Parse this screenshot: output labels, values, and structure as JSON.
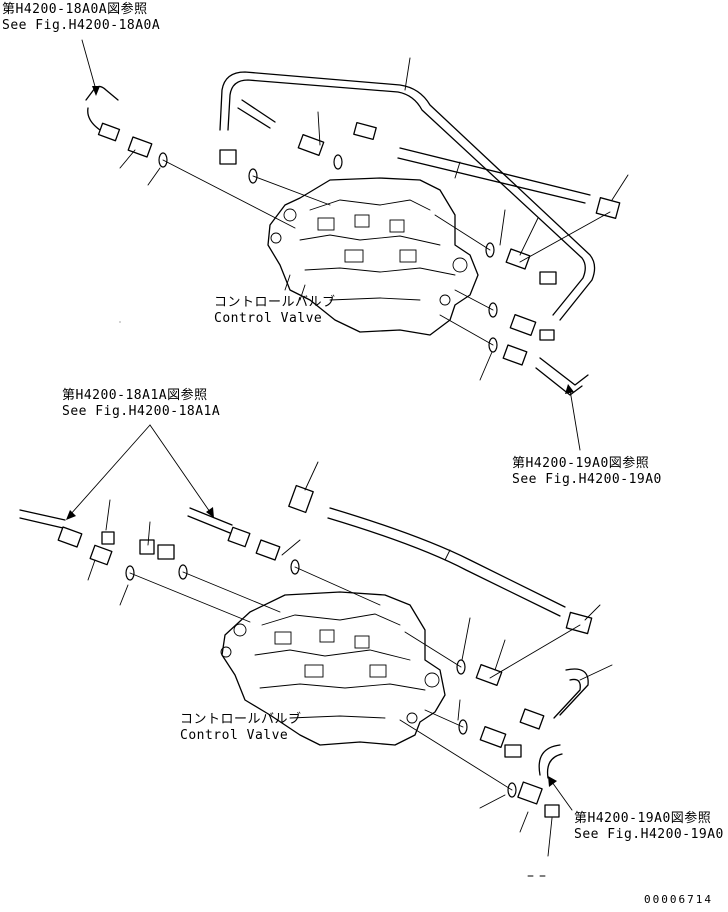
{
  "references": {
    "top_left": {
      "ja": "第H4200-18A0A図参照",
      "en": "See Fig.H4200-18A0A"
    },
    "top_right": {
      "ja": "第H4200-19A0図参照",
      "en": "See Fig.H4200-19A0"
    },
    "middle_left": {
      "ja": "第H4200-18A1A図参照",
      "en": "See Fig.H4200-18A1A"
    },
    "bottom_right": {
      "ja": "第H4200-19A0図参照",
      "en": "See Fig.H4200-19A0"
    }
  },
  "valves": {
    "upper": {
      "ja": "コントロールバルブ",
      "en": "Control Valve"
    },
    "lower": {
      "ja": "コントロールバルブ",
      "en": "Control Valve"
    }
  },
  "drawing_number": "00006714"
}
